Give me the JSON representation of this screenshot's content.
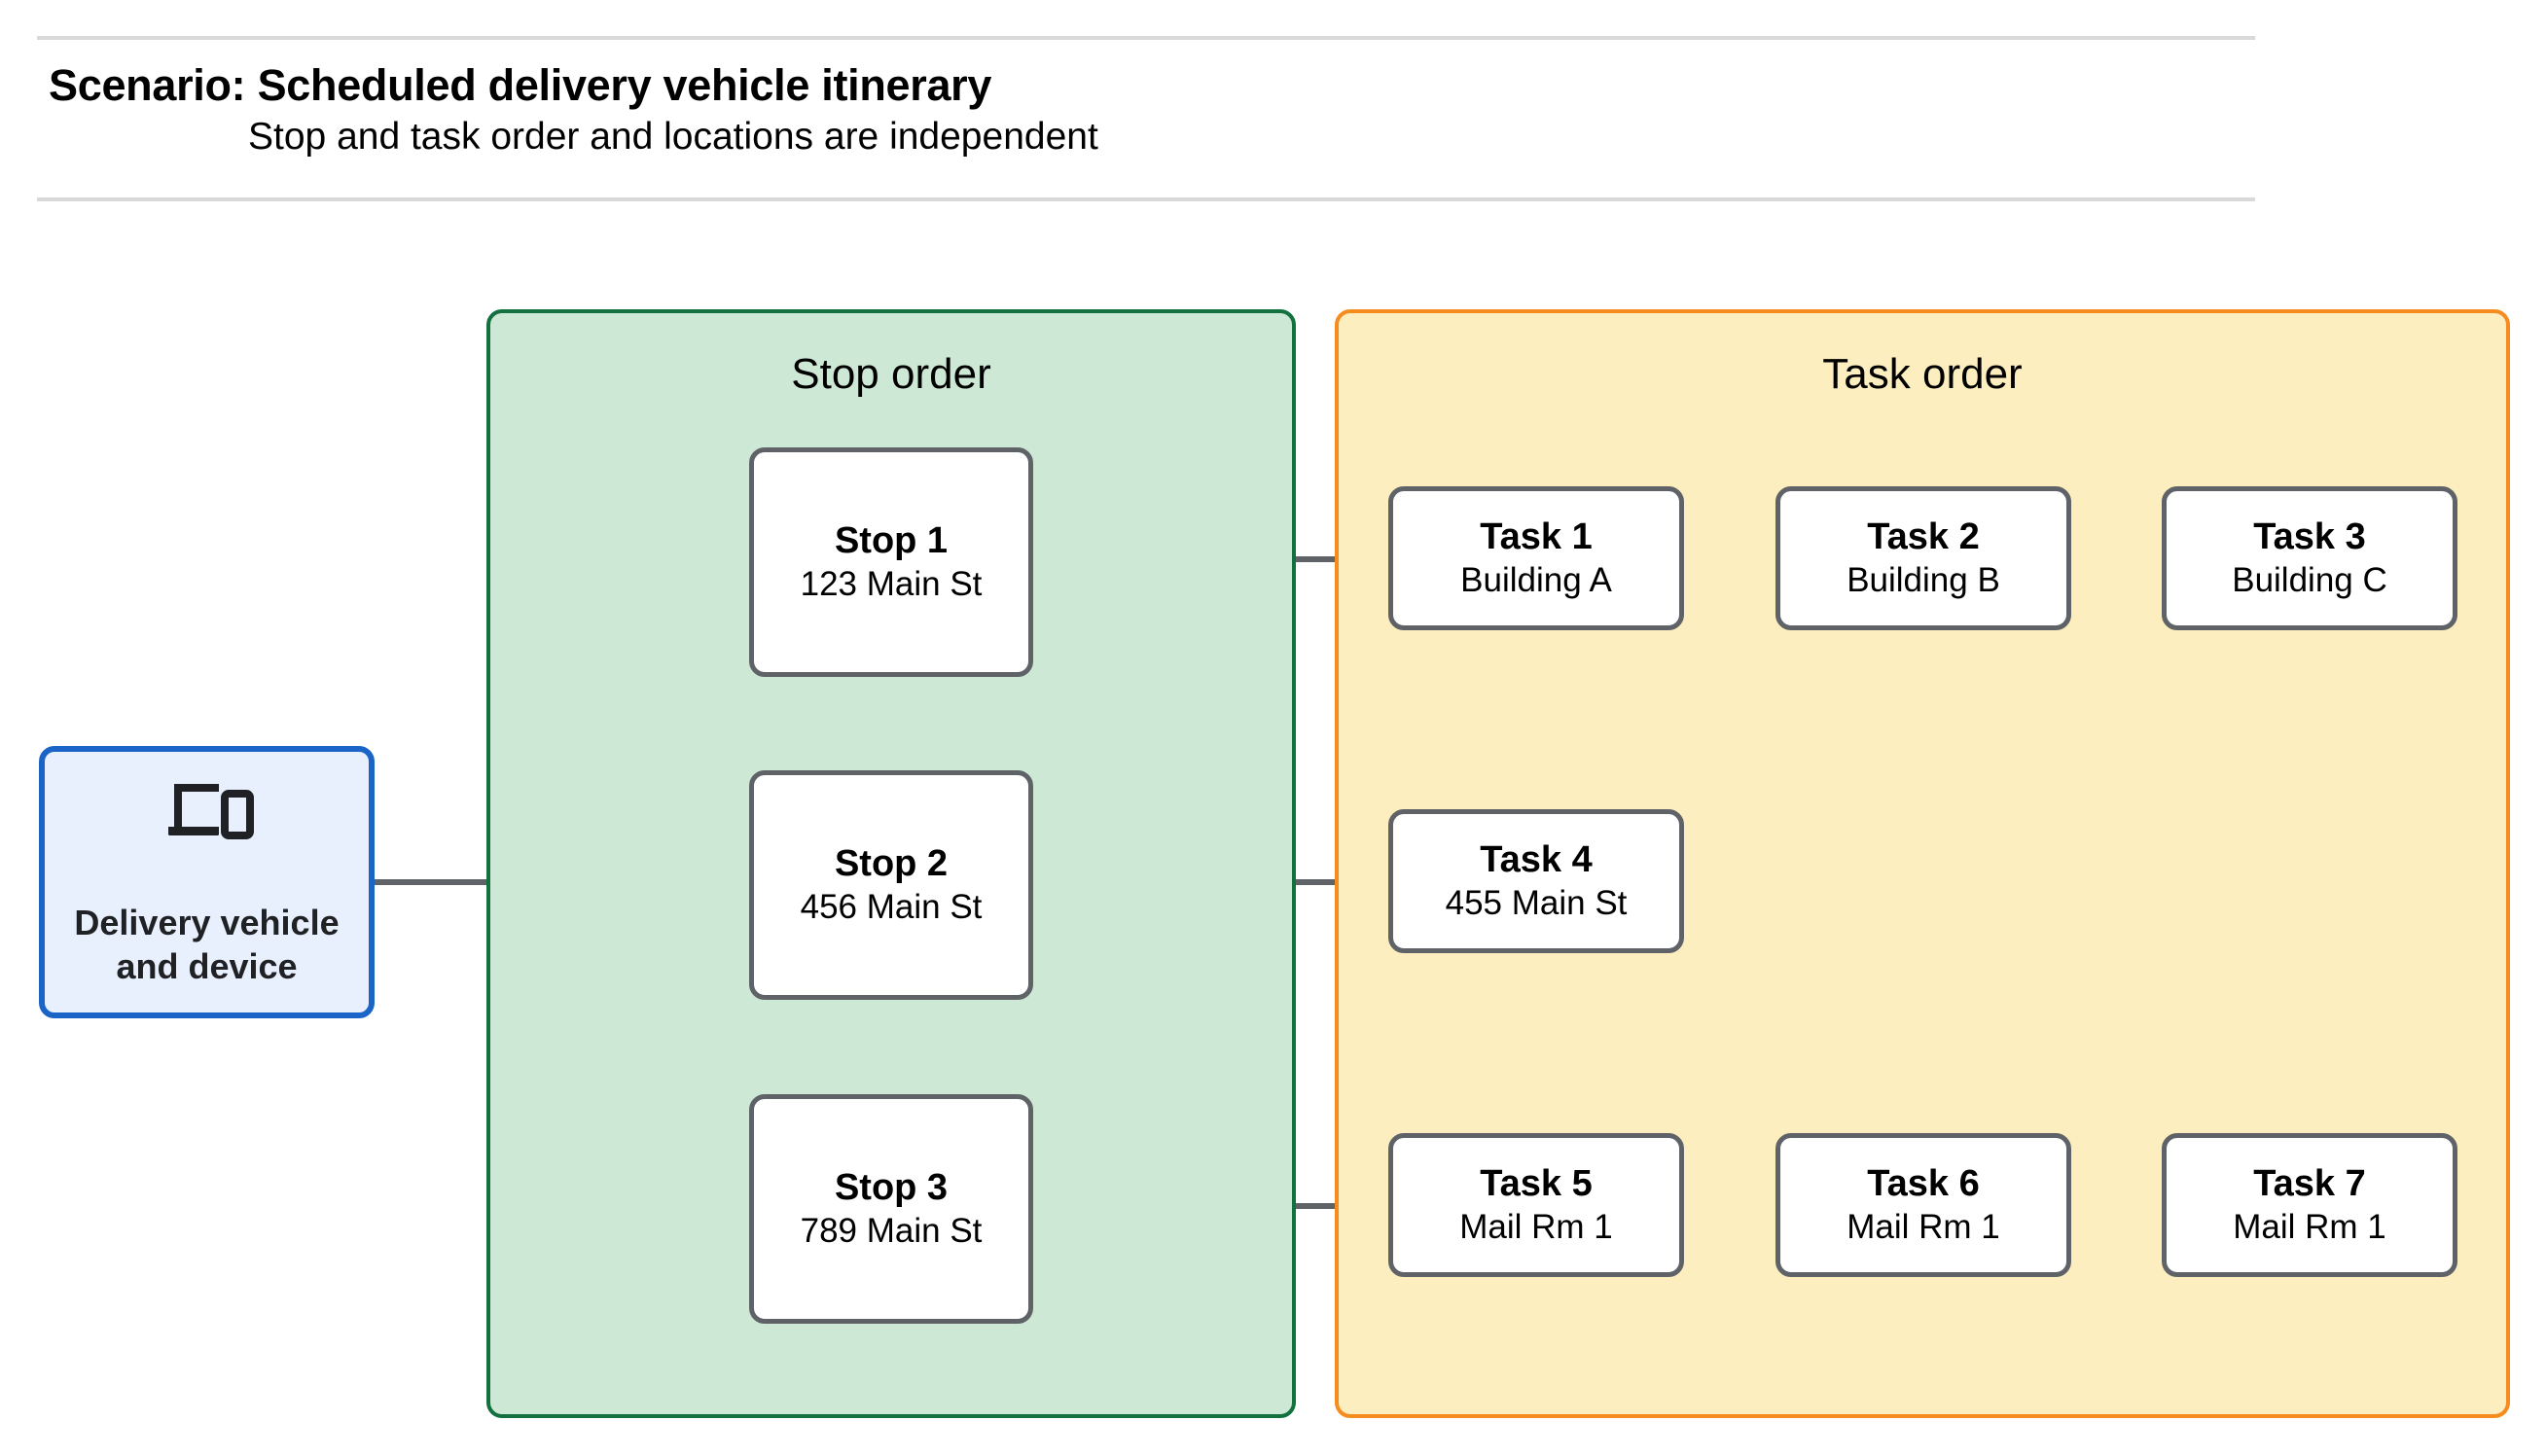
{
  "header": {
    "title": "Scenario: Scheduled delivery vehicle itinerary",
    "subtitle": "Stop and task order and locations are independent"
  },
  "vehicle": {
    "icon": "devices-icon",
    "label": "Delivery vehicle\nand device"
  },
  "stop_group": {
    "title": "Stop order",
    "stops": [
      {
        "title": "Stop 1",
        "address": "123 Main St"
      },
      {
        "title": "Stop 2",
        "address": "456 Main St"
      },
      {
        "title": "Stop 3",
        "address": "789 Main St"
      }
    ]
  },
  "task_group": {
    "title": "Task order",
    "tasks": [
      {
        "title": "Task 1",
        "location": "Building A"
      },
      {
        "title": "Task 2",
        "location": "Building B"
      },
      {
        "title": "Task 3",
        "location": "Building C"
      },
      {
        "title": "Task 4",
        "location": "455 Main St"
      },
      {
        "title": "Task 5",
        "location": "Mail Rm 1"
      },
      {
        "title": "Task 6",
        "location": "Mail Rm 1"
      },
      {
        "title": "Task 7",
        "location": "Mail Rm 1"
      }
    ]
  },
  "colors": {
    "stop_group_fill": "#cee8d6",
    "stop_group_border": "#13713f",
    "task_group_fill": "#fdeebf",
    "task_group_border": "#f68b1e",
    "vehicle_fill": "#e8f0fe",
    "vehicle_border": "#1a64c8",
    "node_border": "#5f6368",
    "connector": "#5f6368",
    "rule": "#d9d9d9"
  }
}
